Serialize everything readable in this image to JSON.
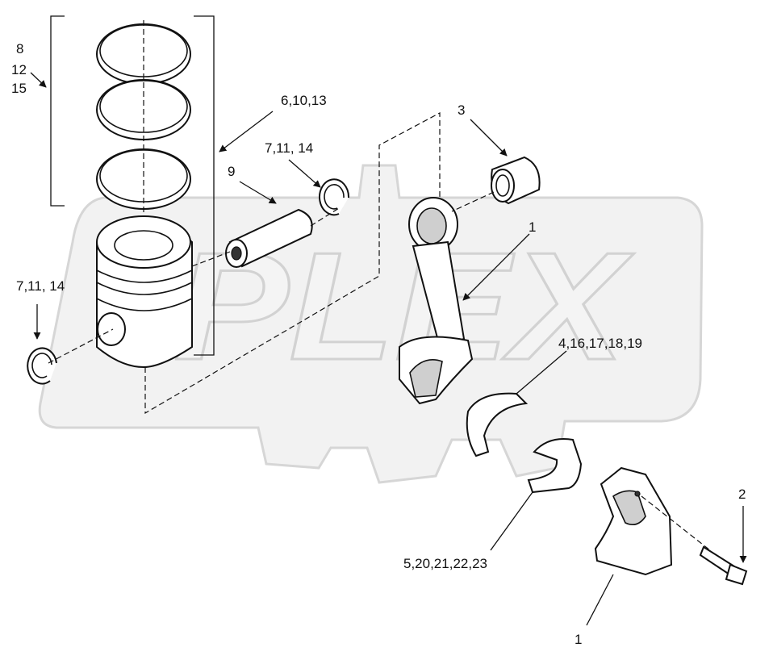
{
  "watermark": {
    "text": "PLEX"
  },
  "callouts": {
    "c_8": "8",
    "c_12": "12",
    "c_15": "15",
    "c_6_10_13": "6,10,13",
    "c_7_11_14_top": "7,11, 14",
    "c_9": "9",
    "c_3": "3",
    "c_1_rod": "1",
    "c_7_11_14_left": "7,11, 14",
    "c_4_16_17_18_19": "4,16,17,18,19",
    "c_2": "2",
    "c_5_20_21_22_23": "5,20,21,22,23",
    "c_1_cap": "1"
  }
}
